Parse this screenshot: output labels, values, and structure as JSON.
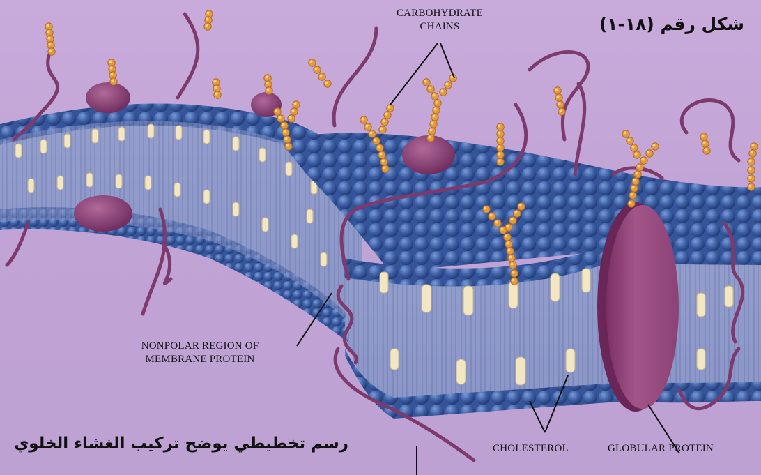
{
  "figure": {
    "number_label": "شكل رقم (١٨-١)",
    "caption": "رسم تخطيطي يوضح تركيب الغشاء الخلوي"
  },
  "labels": {
    "carbohydrate_line1": "CARBOHYDRATE",
    "carbohydrate_line2": "CHAINS",
    "nonpolar_line1": "NONPOLAR  REGION OF",
    "nonpolar_line2": "MEMBRANE PROTEIN",
    "cholesterol": "CHOLESTEROL",
    "globular_protein": "GLOBULAR PROTEIN"
  },
  "colors": {
    "background": "#c3a6d6",
    "phosphate_heads": "#3f62a8",
    "lipid_tails": "#8e9bc4",
    "protein": "#8a3d72",
    "carbohydrate_beads": "#e3a24a",
    "cholesterol": "#f3e6c2",
    "label_lines": "#111111"
  }
}
